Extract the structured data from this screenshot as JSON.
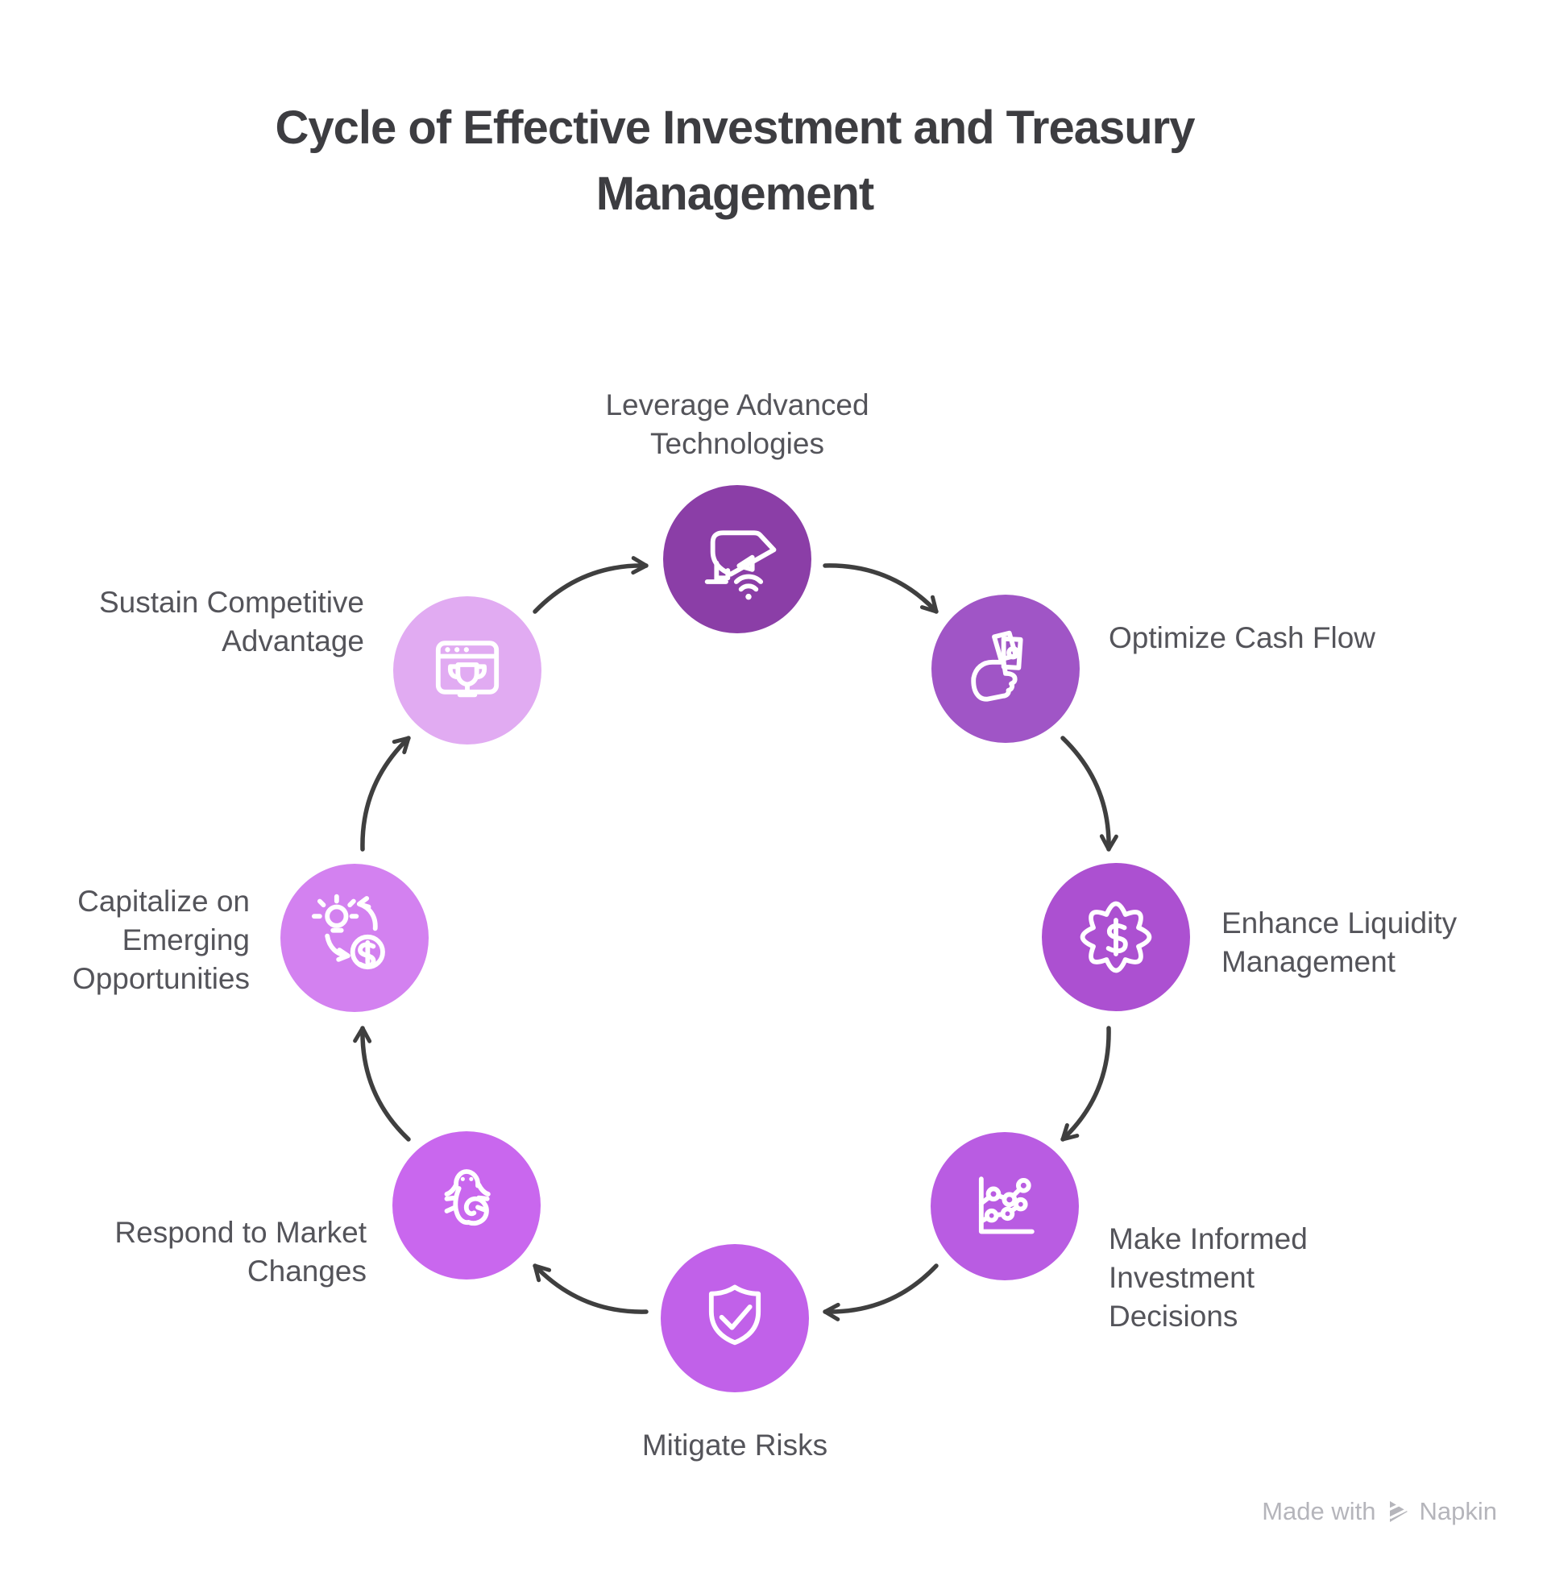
{
  "page": {
    "title": "Cycle of Effective Investment and Treasury Management",
    "title_lines": [
      "Cycle of Effective Investment and Treasury",
      "Management"
    ],
    "background": "#ffffff",
    "footer": {
      "made_with": "Made with",
      "brand": "Napkin",
      "logo_icon": "napkin-triangle-icon"
    }
  },
  "diagram": {
    "type": "cycle",
    "direction": "clockwise",
    "node_count": 8,
    "colors": {
      "arrow": "#3f3f3f",
      "label_text": "#54545a",
      "title_text": "#3d3d41",
      "footer_text": "#b5b5bb"
    },
    "nodes": [
      {
        "id": "leverage-advanced-technologies",
        "position": "top",
        "label": "Leverage Advanced Technologies",
        "lines": [
          "Leverage Advanced",
          "Technologies"
        ],
        "icon": "security-camera-icon",
        "color": "#8b3ea7"
      },
      {
        "id": "optimize-cash-flow",
        "position": "top-right",
        "label": "Optimize Cash Flow",
        "lines": [
          "Optimize Cash Flow"
        ],
        "icon": "hand-holding-money-icon",
        "color": "#a055c6"
      },
      {
        "id": "enhance-liquidity-management",
        "position": "right",
        "label": "Enhance Liquidity Management",
        "lines": [
          "Enhance Liquidity",
          "Management"
        ],
        "icon": "dollar-badge-icon",
        "color": "#ac50d1"
      },
      {
        "id": "make-informed-investment-decisions",
        "position": "bottom-right",
        "label": "Make Informed Investment Decisions",
        "lines": [
          "Make Informed",
          "Investment",
          "Decisions"
        ],
        "icon": "line-chart-icon",
        "color": "#b95ce2"
      },
      {
        "id": "mitigate-risks",
        "position": "bottom",
        "label": "Mitigate Risks",
        "lines": [
          "Mitigate Risks"
        ],
        "icon": "shield-check-icon",
        "color": "#c161e9"
      },
      {
        "id": "respond-to-market-changes",
        "position": "bottom-left",
        "label": "Respond to Market Changes",
        "lines": [
          "Respond to Market",
          "Changes"
        ],
        "icon": "lizard-icon",
        "color": "#c967ee"
      },
      {
        "id": "capitalize-on-emerging-opportunities",
        "position": "left",
        "label": "Capitalize on Emerging Opportunities",
        "lines": [
          "Capitalize on",
          "Emerging",
          "Opportunities"
        ],
        "icon": "lightbulb-dollar-cycle-icon",
        "color": "#d381f0"
      },
      {
        "id": "sustain-competitive-advantage",
        "position": "top-left",
        "label": "Sustain Competitive Advantage",
        "lines": [
          "Sustain Competitive",
          "Advantage"
        ],
        "icon": "trophy-browser-icon",
        "color": "#e1abf2"
      }
    ]
  }
}
